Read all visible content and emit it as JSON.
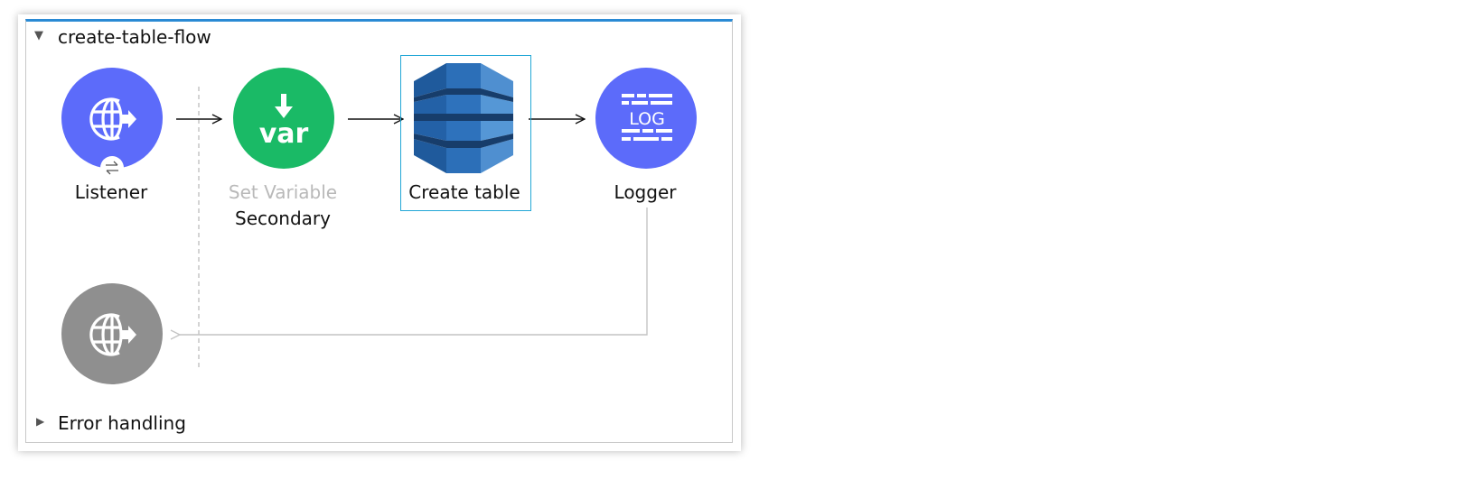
{
  "flow": {
    "name": "create-table-flow",
    "error_handling_label": "Error handling"
  },
  "components": [
    {
      "id": "listener",
      "label": "Listener",
      "icon": "http-listener-globe-icon",
      "color": "#5c6bfa"
    },
    {
      "id": "set-variable",
      "label": "Set Variable",
      "sublabel": "Secondary",
      "icon": "var-icon",
      "icon_text": "var",
      "color": "#1aba66"
    },
    {
      "id": "create-table",
      "label": "Create table",
      "icon": "dynamodb-icon",
      "color": "#2c6fb8"
    },
    {
      "id": "logger",
      "label": "Logger",
      "icon": "log-icon",
      "icon_text": "LOG",
      "color": "#5c6bfa"
    }
  ],
  "response": {
    "icon": "http-response-globe-icon",
    "color": "#8f8f8f"
  },
  "colors": {
    "flow_header_accent": "#2a8ad4",
    "selection_border": "#22a7d6",
    "connector": "#111111",
    "return_line": "#c4c4c4"
  }
}
